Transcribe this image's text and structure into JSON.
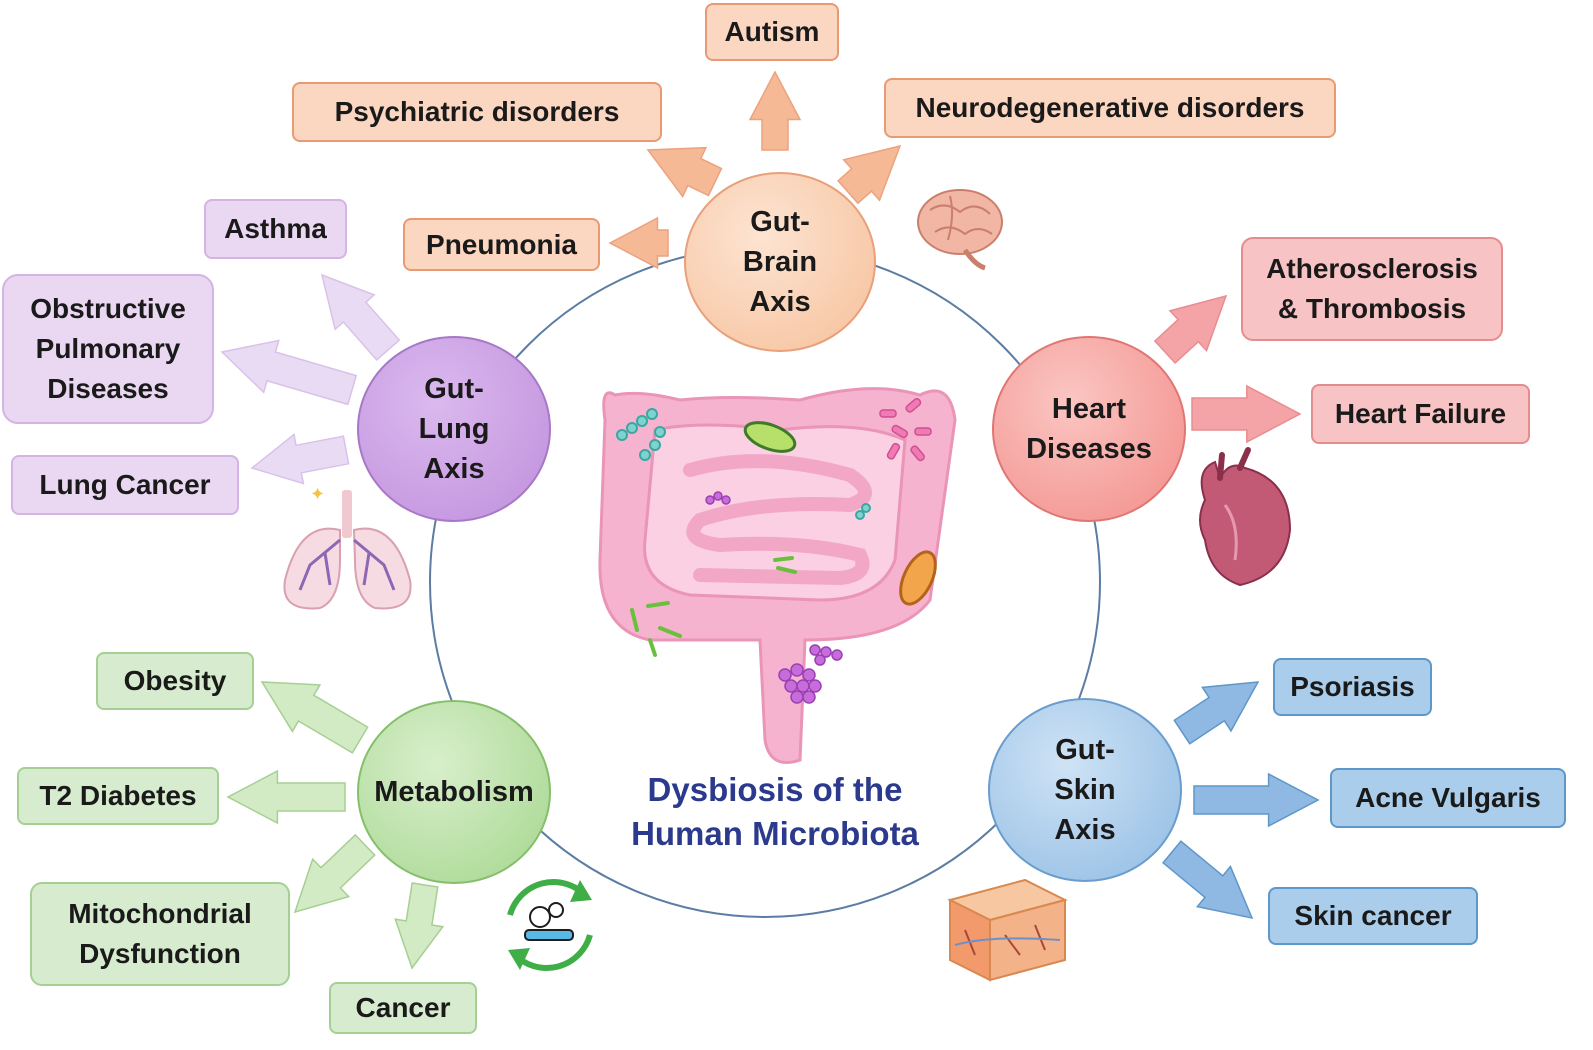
{
  "title_lines": [
    "Dysbiosis of the",
    "Human Microbiota"
  ],
  "colors": {
    "brain": "#fbd6c0",
    "lung": "#ead8f3",
    "heart": "#f8c3c4",
    "skin": "#a9cdea",
    "metabolism": "#d7ecce",
    "title": "#2b3a8c",
    "ring": "#5b7da3"
  },
  "hubs": {
    "gut_brain": [
      "Gut-",
      "Brain",
      "Axis"
    ],
    "gut_lung": [
      "Gut-",
      "Lung",
      "Axis"
    ],
    "heart": [
      "Heart",
      "Diseases"
    ],
    "gut_skin": [
      "Gut-",
      "Skin",
      "Axis"
    ],
    "metabolism": [
      "Metabolism"
    ]
  },
  "brain_items": {
    "autism": "Autism",
    "psychiatric": "Psychiatric disorders",
    "neurodegenerative": "Neurodegenerative disorders",
    "pneumonia": "Pneumonia"
  },
  "lung_items": {
    "asthma": "Asthma",
    "copd": [
      "Obstructive",
      "Pulmonary",
      "Diseases"
    ],
    "lung_cancer": "Lung Cancer"
  },
  "heart_items": {
    "atherosclerosis": [
      "Atherosclerosis",
      "& Thrombosis"
    ],
    "heart_failure": "Heart Failure"
  },
  "skin_items": {
    "psoriasis": "Psoriasis",
    "acne": "Acne Vulgaris",
    "skin_cancer": "Skin cancer"
  },
  "metabolism_items": {
    "obesity": "Obesity",
    "t2_diabetes": "T2 Diabetes",
    "mitochondrial": [
      "Mitochondrial",
      "Dysfunction"
    ],
    "cancer": "Cancer"
  },
  "icons": [
    "brain-icon",
    "heart-organ-icon",
    "lungs-icon",
    "skin-layers-icon",
    "recycle-icon",
    "intestine-illustration"
  ]
}
